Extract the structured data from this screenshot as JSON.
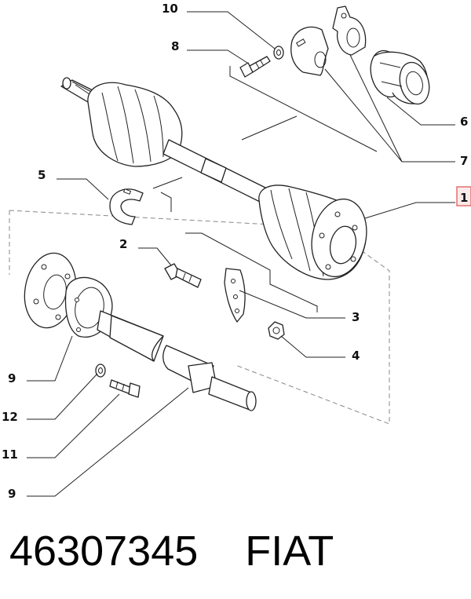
{
  "caption": {
    "part_number": "46307345",
    "brand": "FIAT"
  },
  "callouts": [
    {
      "id": "c10",
      "text": "10"
    },
    {
      "id": "c8",
      "text": "8"
    },
    {
      "id": "c6",
      "text": "6"
    },
    {
      "id": "c7",
      "text": "7"
    },
    {
      "id": "c1",
      "text": "1",
      "highlight_color": "#e05a5a"
    },
    {
      "id": "c5",
      "text": "5"
    },
    {
      "id": "c2",
      "text": "2"
    },
    {
      "id": "c3",
      "text": "3"
    },
    {
      "id": "c4",
      "text": "4"
    },
    {
      "id": "c9a",
      "text": "9"
    },
    {
      "id": "c12",
      "text": "12"
    },
    {
      "id": "c11",
      "text": "11"
    },
    {
      "id": "c9b",
      "text": "9"
    }
  ],
  "colors": {
    "line": "#222222",
    "part_fill": "#ffffff",
    "shade": "#d9d9d9",
    "highlight": "#e05a5a"
  }
}
